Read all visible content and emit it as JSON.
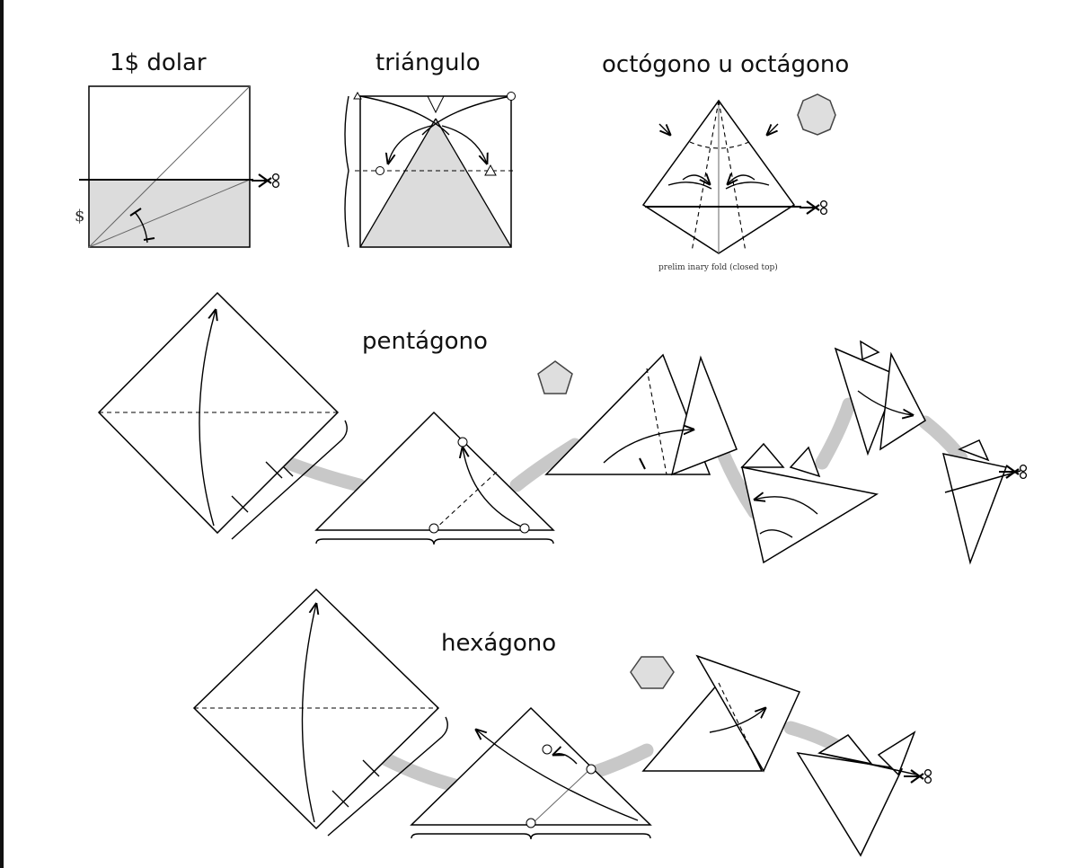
{
  "labels": {
    "dollar": "1$ dolar",
    "triangle": "triángulo",
    "octagon": "octógono u octágono",
    "pentagon": "pentágono",
    "hexagon": "hexágono"
  },
  "annotations": {
    "dollar_sign": "$",
    "octagon_caption": "prelim inary fold (closed top)"
  },
  "icons": {
    "scissors": "scissors-icon",
    "octagon_shape": "octagon-icon",
    "pentagon_shape": "pentagon-icon",
    "hexagon_shape": "hexagon-icon"
  },
  "colors": {
    "shading": "#dcdcdc",
    "connector_band": "#c8c8c8",
    "polygon_fill": "#dedede"
  }
}
